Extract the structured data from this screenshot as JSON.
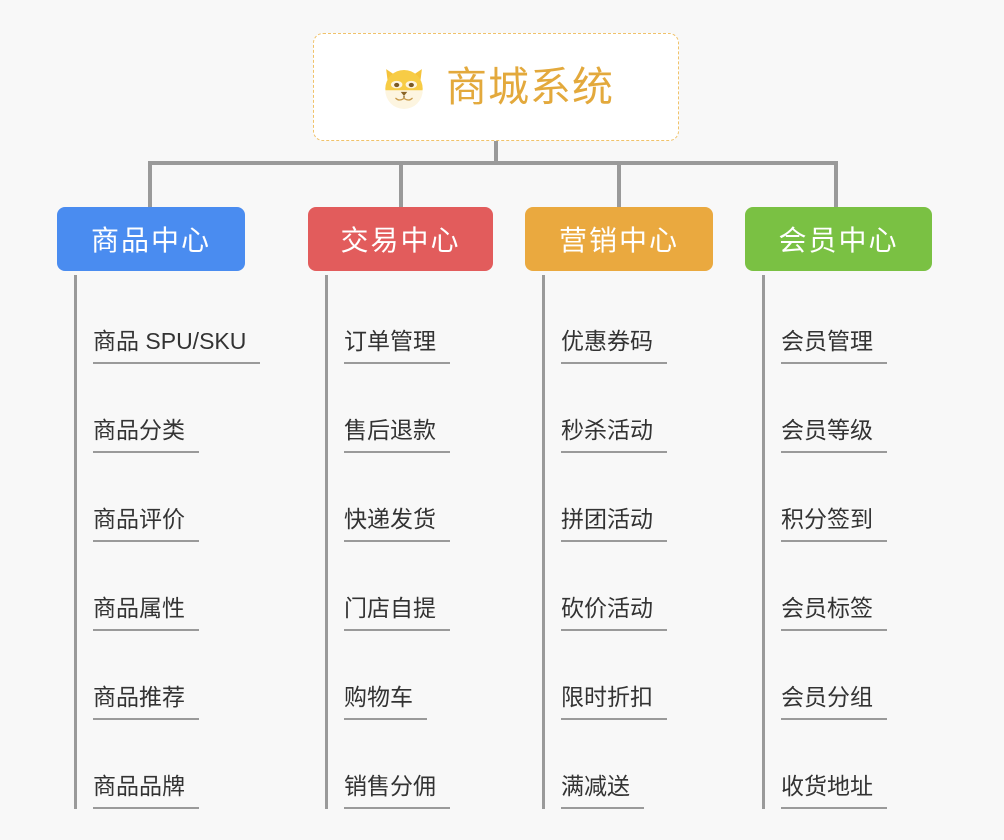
{
  "background_color": "#f8f8f8",
  "root": {
    "title": "商城系统",
    "icon": "shiba-dog-face-icon",
    "title_color": "#e3a93c",
    "border_color": "#f0c26a"
  },
  "columns": [
    {
      "header": "商品中心",
      "color": "#4a8cf0",
      "items": [
        "商品 SPU/SKU",
        "商品分类",
        "商品评价",
        "商品属性",
        "商品推荐",
        "商品品牌"
      ]
    },
    {
      "header": "交易中心",
      "color": "#e25c5c",
      "items": [
        "订单管理",
        "售后退款",
        "快递发货",
        "门店自提",
        "购物车",
        "销售分佣"
      ]
    },
    {
      "header": "营销中心",
      "color": "#eaa93f",
      "items": [
        "优惠券码",
        "秒杀活动",
        "拼团活动",
        "砍价活动",
        "限时折扣",
        "满减送"
      ]
    },
    {
      "header": "会员中心",
      "color": "#7ac143",
      "items": [
        "会员管理",
        "会员等级",
        "积分签到",
        "会员标签",
        "会员分组",
        "收货地址"
      ]
    }
  ]
}
